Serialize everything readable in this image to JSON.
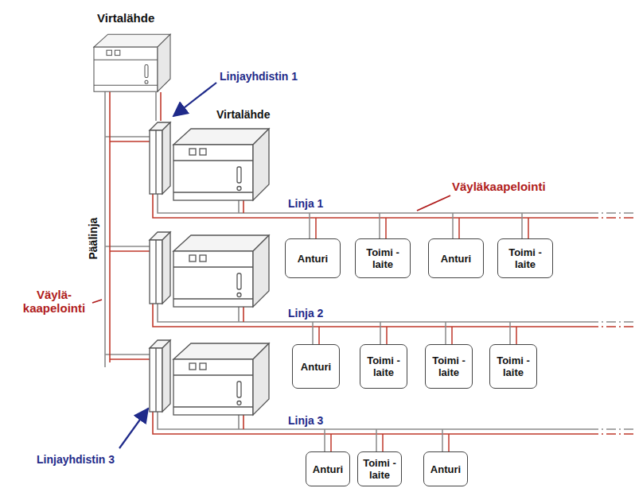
{
  "diagram": {
    "nodes": [
      {
        "text": [
          "Anturi"
        ]
      },
      {
        "text": [
          "Toimi -laite"
        ]
      },
      {
        "text": [
          "Anturi"
        ]
      },
      {
        "text": [
          "Toimi -laite"
        ]
      },
      {
        "text": [
          "Anturi"
        ]
      },
      {
        "text": [
          "Toimi -laite"
        ]
      },
      {
        "text": [
          "Toimi -laite"
        ]
      },
      {
        "text": [
          "Toimi -laite"
        ]
      },
      {
        "text": [
          "Anturi"
        ]
      },
      {
        "text": [
          "Toimi -laite"
        ]
      },
      {
        "text": [
          "Anturi"
        ]
      }
    ],
    "labels": [
      "Virtalähde",
      "Linjayhdistin 1",
      "Virtalähde",
      "Päälinja",
      "Väyläkaapelointi",
      "Linja 1",
      "Väylä- kaapelointi",
      "Linja 2",
      "Linja 3",
      "Linjayhdistin 3"
    ]
  }
}
